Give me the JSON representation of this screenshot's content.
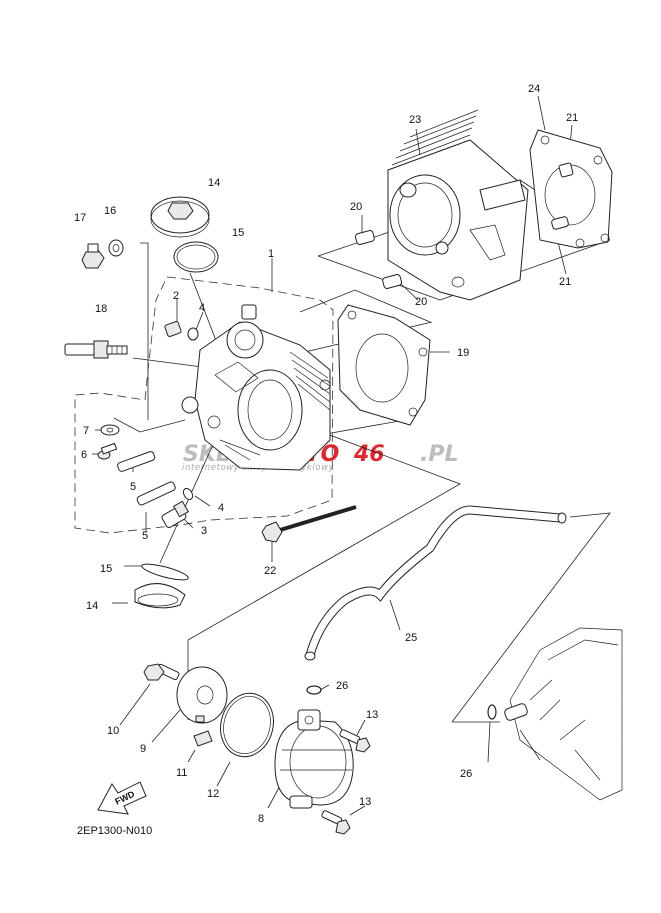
{
  "diagram_code": "2EP1300-N010",
  "fwd_label": "FWD",
  "watermark": {
    "part1": "SKLEP",
    "part2": "MOTO",
    "part3": "46",
    "part4": ".PL",
    "tagline": "internetowy sklep motocyklowy",
    "red": "#e3262b",
    "grey": "#bdbdbd"
  },
  "callouts": [
    {
      "id": "c1",
      "label": "1"
    },
    {
      "id": "c2",
      "label": "2"
    },
    {
      "id": "c3",
      "label": "3"
    },
    {
      "id": "c4a",
      "label": "4"
    },
    {
      "id": "c4b",
      "label": "4"
    },
    {
      "id": "c5a",
      "label": "5"
    },
    {
      "id": "c5b",
      "label": "5"
    },
    {
      "id": "c6",
      "label": "6"
    },
    {
      "id": "c7",
      "label": "7"
    },
    {
      "id": "c8",
      "label": "8"
    },
    {
      "id": "c9",
      "label": "9"
    },
    {
      "id": "c10",
      "label": "10"
    },
    {
      "id": "c11",
      "label": "11"
    },
    {
      "id": "c12",
      "label": "12"
    },
    {
      "id": "c13a",
      "label": "13"
    },
    {
      "id": "c13b",
      "label": "13"
    },
    {
      "id": "c14a",
      "label": "14"
    },
    {
      "id": "c14b",
      "label": "14"
    },
    {
      "id": "c15a",
      "label": "15"
    },
    {
      "id": "c15b",
      "label": "15"
    },
    {
      "id": "c16",
      "label": "16"
    },
    {
      "id": "c17",
      "label": "17"
    },
    {
      "id": "c18",
      "label": "18"
    },
    {
      "id": "c19",
      "label": "19"
    },
    {
      "id": "c20a",
      "label": "20"
    },
    {
      "id": "c20b",
      "label": "20"
    },
    {
      "id": "c21a",
      "label": "21"
    },
    {
      "id": "c21b",
      "label": "21"
    },
    {
      "id": "c22",
      "label": "22"
    },
    {
      "id": "c23",
      "label": "23"
    },
    {
      "id": "c24",
      "label": "24"
    },
    {
      "id": "c25",
      "label": "25"
    },
    {
      "id": "c26a",
      "label": "26"
    },
    {
      "id": "c26b",
      "label": "26"
    }
  ]
}
